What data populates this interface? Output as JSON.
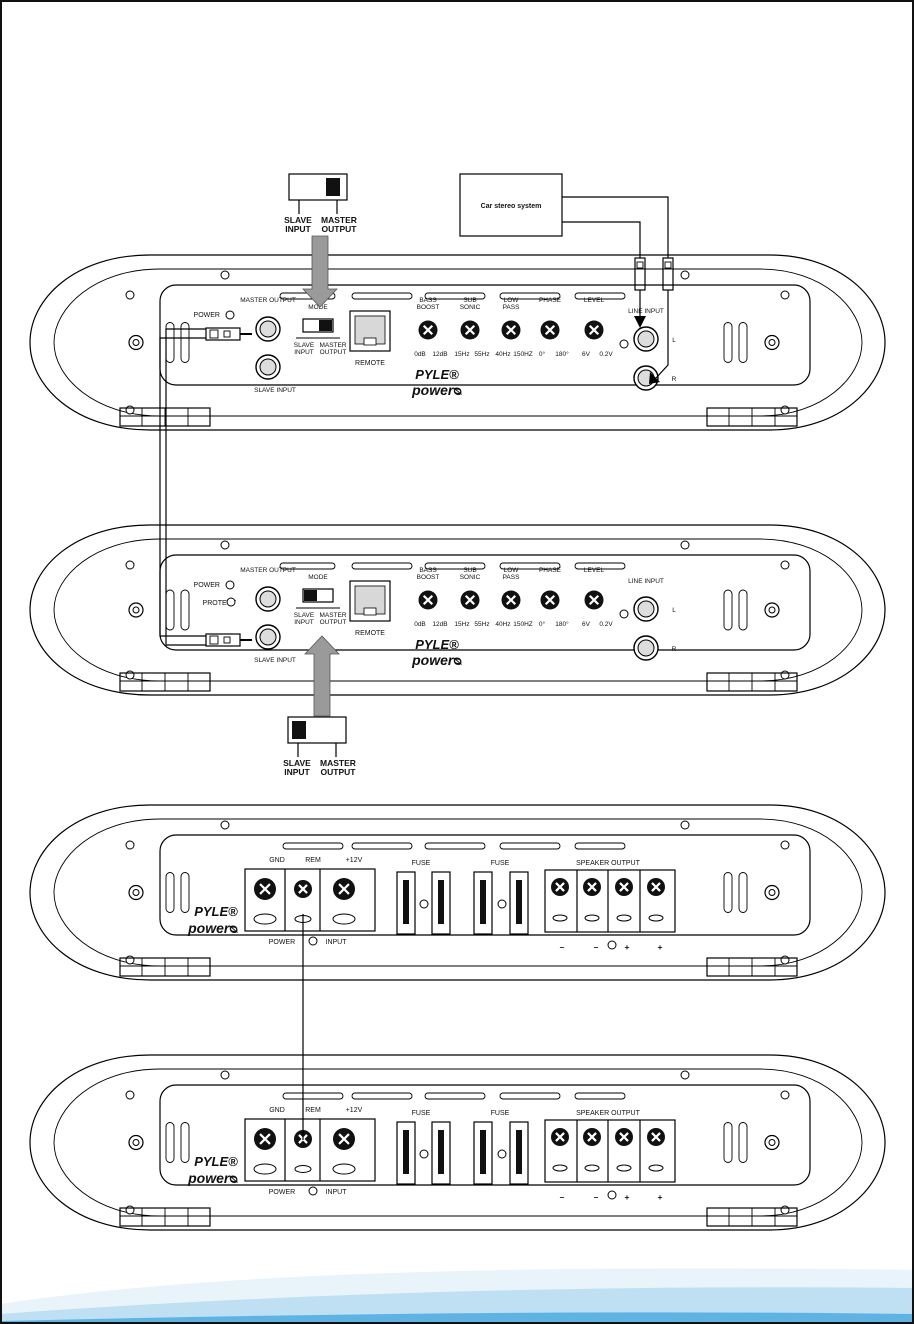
{
  "colors": {
    "line": "#000000",
    "wave_light": "#e8f3fa",
    "wave_mid": "#bfe0f3",
    "wave_dark": "#5fb3e3",
    "panel_fill": "#ffffff"
  },
  "top_switch": {
    "slave": "SLAVE\nINPUT",
    "master": "MASTER\nOUTPUT"
  },
  "bottom_switch": {
    "slave": "SLAVE\nINPUT",
    "master": "MASTER\nOUTPUT"
  },
  "stereo": {
    "label": "Car stereo system"
  },
  "amp1": {
    "power": "POWER",
    "protect": "",
    "master_output": "MASTER OUTPUT",
    "slave_input": "SLAVE INPUT",
    "mode": "MODE",
    "mode_slave": "SLAVE\nINPUT",
    "mode_master": "MASTER\nOUTPUT",
    "remote": "REMOTE",
    "knobs": [
      {
        "title": "BASS\nBOOST",
        "min": "0dB",
        "max": "12dB"
      },
      {
        "title": "SUB\nSONIC",
        "min": "15Hz",
        "max": "55Hz"
      },
      {
        "title": "LOW\nPASS",
        "min": "40Hz",
        "max": "150HZ"
      },
      {
        "title": "PHASE",
        "min": "0°",
        "max": "180°"
      },
      {
        "title": "LEVEL",
        "min": "6V",
        "max": "0.2V"
      }
    ],
    "line_input": "LINE INPUT",
    "left": "L",
    "right": "R",
    "brand_top": "PYLE®",
    "brand_bottom": "powerᴓ"
  },
  "amp2": {
    "power": "POWER",
    "protect": "PROTECT",
    "master_output": "MASTER OUTPUT",
    "slave_input": "SLAVE INPUT",
    "mode": "MODE",
    "mode_slave": "SLAVE\nINPUT",
    "mode_master": "MASTER\nOUTPUT",
    "remote": "REMOTE",
    "knobs": [
      {
        "title": "BASS\nBOOST",
        "min": "0dB",
        "max": "12dB"
      },
      {
        "title": "SUB\nSONIC",
        "min": "15Hz",
        "max": "55Hz"
      },
      {
        "title": "LOW\nPASS",
        "min": "40Hz",
        "max": "150HZ"
      },
      {
        "title": "PHASE",
        "min": "0°",
        "max": "180°"
      },
      {
        "title": "LEVEL",
        "min": "6V",
        "max": "0.2V"
      }
    ],
    "line_input": "LINE INPUT",
    "left": "L",
    "right": "R",
    "brand_top": "PYLE®",
    "brand_bottom": "powerᴓ"
  },
  "amp3": {
    "gnd": "GND",
    "rem": "REM",
    "v12": "+12V",
    "fuse1": "FUSE",
    "fuse2": "FUSE",
    "speaker_output": "SPEAKER OUTPUT",
    "power": "POWER",
    "input": "INPUT",
    "polarity": [
      "–",
      "–",
      "+",
      "+"
    ],
    "brand_top": "PYLE®",
    "brand_bottom": "powerᴓ"
  },
  "amp4": {
    "gnd": "GND",
    "rem": "REM",
    "v12": "+12V",
    "fuse1": "FUSE",
    "fuse2": "FUSE",
    "speaker_output": "SPEAKER OUTPUT",
    "power": "POWER",
    "input": "INPUT",
    "polarity": [
      "–",
      "–",
      "+",
      "+"
    ],
    "brand_top": "PYLE®",
    "brand_bottom": "powerᴓ"
  }
}
